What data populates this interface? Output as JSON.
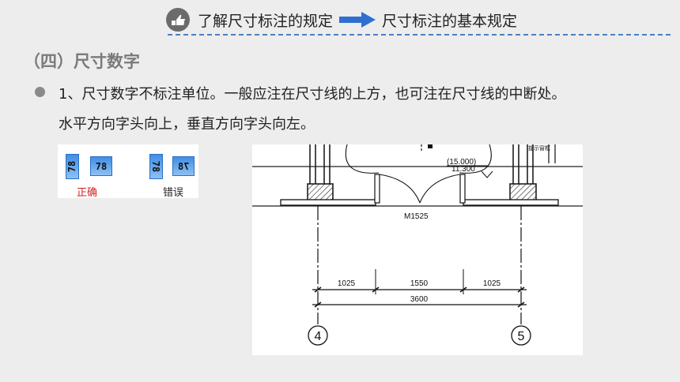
{
  "header": {
    "crumb1": "了解尺寸标注的规定",
    "crumb2": "尺寸标注的基本规定"
  },
  "section": {
    "title": "（四）尺寸数字"
  },
  "bullet": {
    "line1": "1、尺寸数字不标注单位。一般应注在尺寸线的上方，也可注在尺寸线的中断处。",
    "line2": "水平方向字头向上，垂直方向字头向左。"
  },
  "example": {
    "num": "78",
    "correct_label": "正确",
    "wrong_label": "错误"
  },
  "drawing": {
    "top_label": "提示窗框",
    "elev1": "(15.000)",
    "elev2": "11.300",
    "door_label": "M1525",
    "dims": [
      "1025",
      "1550",
      "1025"
    ],
    "total": "3600",
    "axis_left": "4",
    "axis_right": "5"
  },
  "colors": {
    "accent": "#2f6fd0",
    "correct": "#d42020"
  }
}
